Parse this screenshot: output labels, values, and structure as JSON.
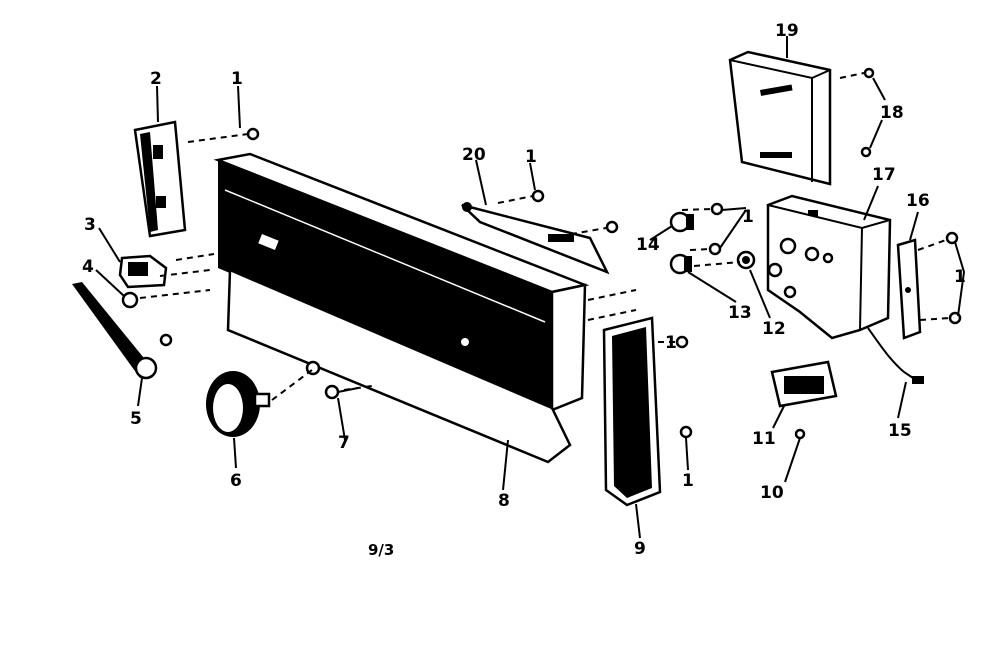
{
  "caption": "9/3",
  "labels": [
    "1",
    "2",
    "1",
    "20",
    "1",
    "19",
    "18",
    "3",
    "4",
    "14",
    "1",
    "17",
    "16",
    "5",
    "13",
    "12",
    "1",
    "6",
    "7",
    "8",
    "1",
    "11",
    "15",
    "10",
    "9"
  ]
}
